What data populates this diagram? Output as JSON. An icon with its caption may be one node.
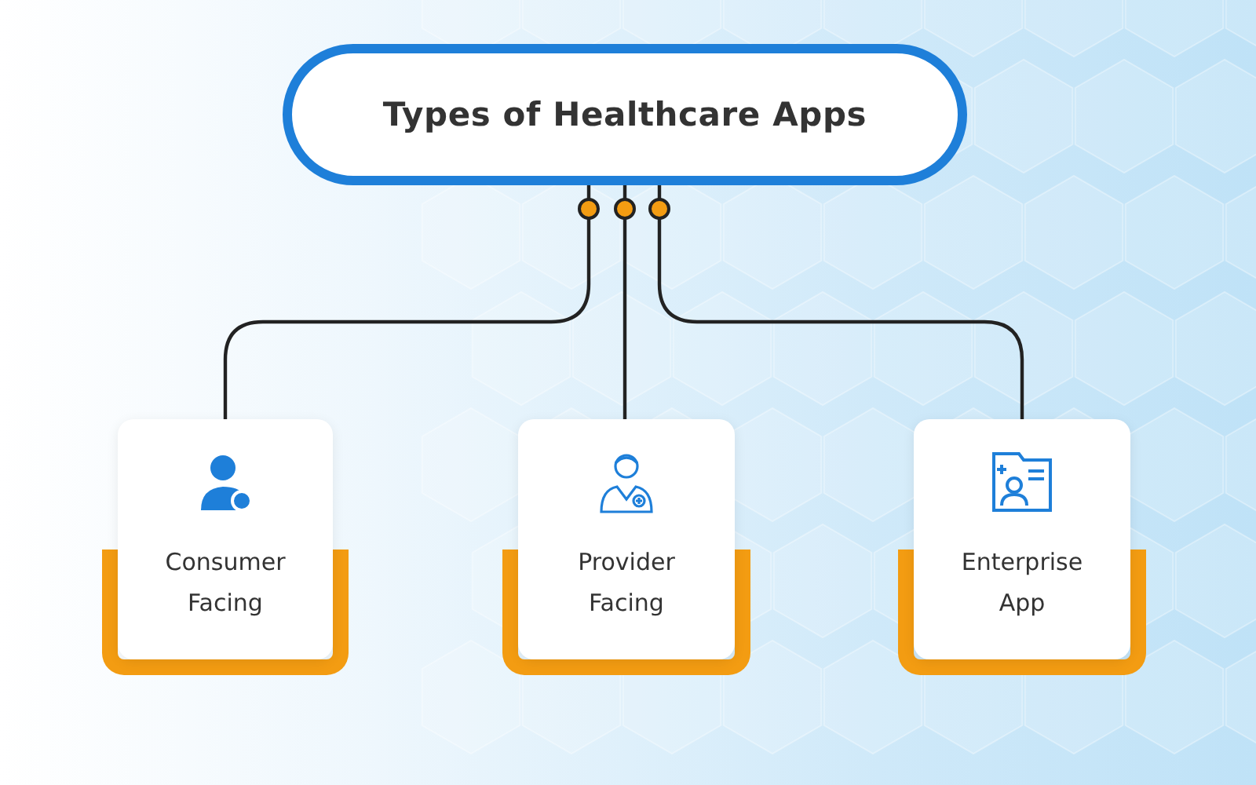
{
  "diagram": {
    "nodes": [
      {
        "text": [
          "Types of Healthcare Apps"
        ]
      },
      {
        "text": [
          "Consumer Facing"
        ]
      },
      {
        "text": [
          "Provider Facing"
        ]
      },
      {
        "text": [
          "Enterprise App"
        ]
      }
    ],
    "edges": [
      {
        "from": 0,
        "to": 1,
        "arrow": "other"
      },
      {
        "from": 0,
        "to": 2,
        "arrow": "other"
      },
      {
        "from": 0,
        "to": 3,
        "arrow": "other"
      }
    ]
  }
}
